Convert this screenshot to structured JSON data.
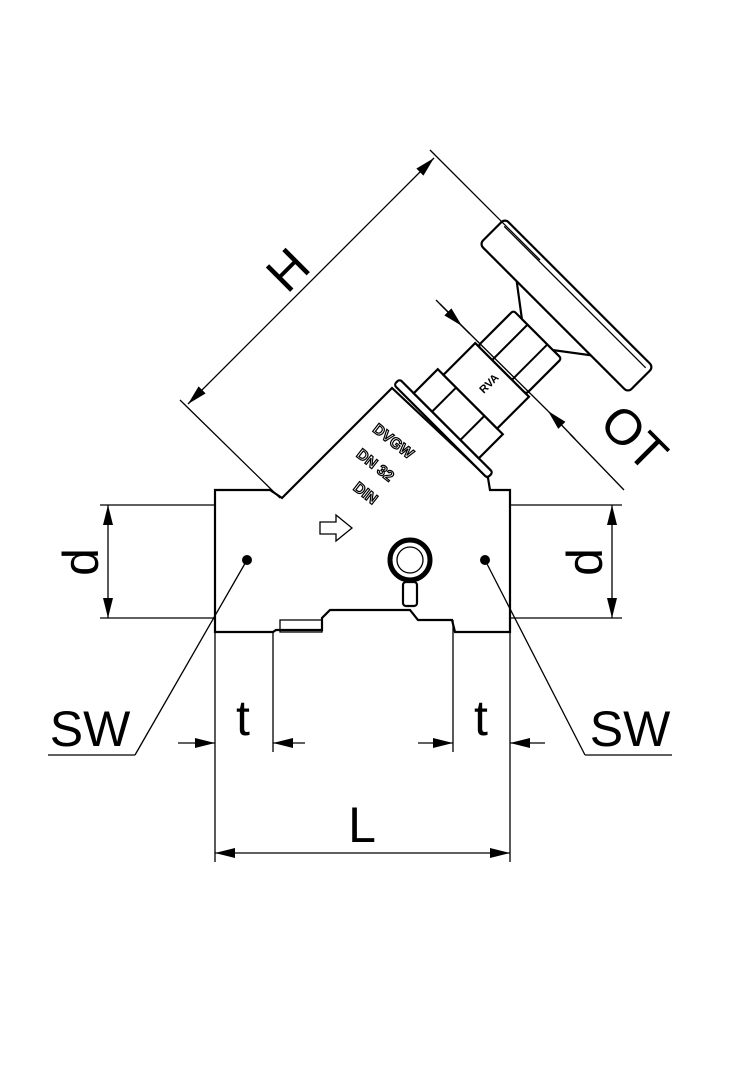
{
  "dimensions": {
    "height": "H",
    "handwheel": "OT",
    "diameter_left": "d",
    "diameter_right": "d",
    "wrench_left": "SW",
    "wrench_right": "SW",
    "thread_left": "t",
    "thread_right": "t",
    "length": "L"
  },
  "body_markings": {
    "line1": "DVGW",
    "line2": "DN 32",
    "line3": "DIN",
    "stem": "RVA"
  },
  "colors": {
    "line": "#000000",
    "background": "#ffffff"
  }
}
